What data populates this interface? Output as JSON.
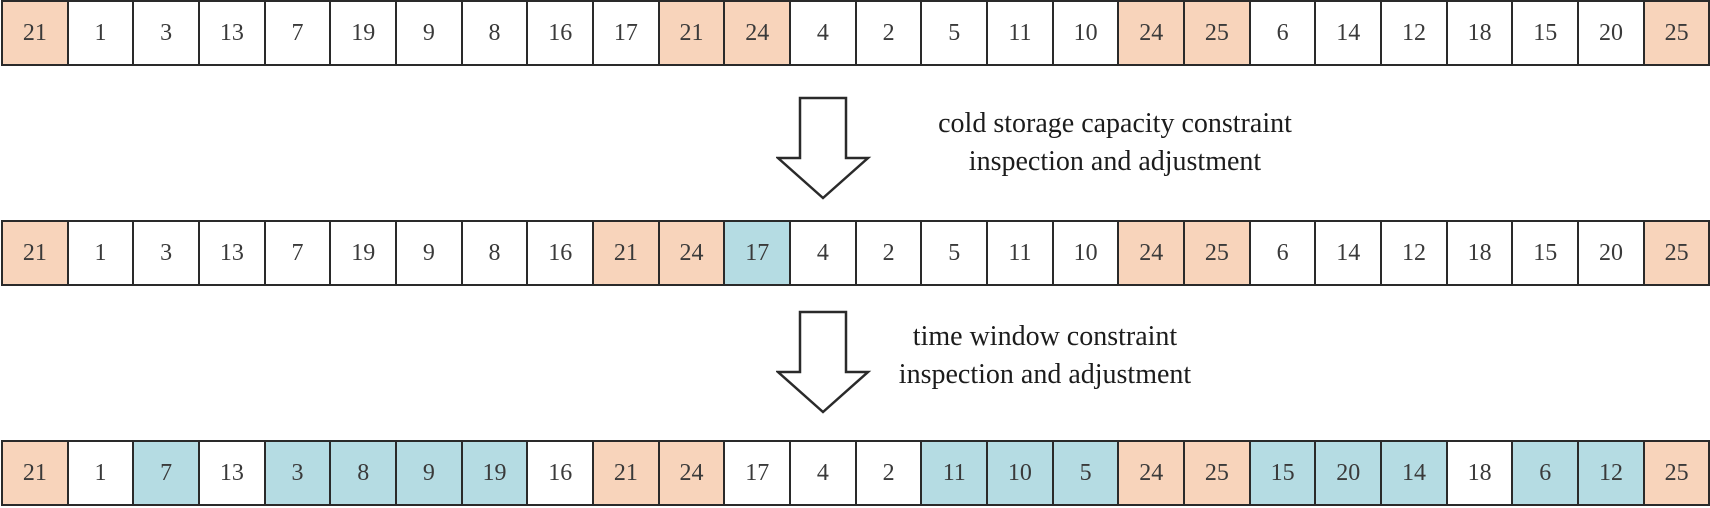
{
  "colors": {
    "orange": "#f8d4bb",
    "blue": "#b5dce3",
    "white": "#ffffff"
  },
  "steps": [
    {
      "cells": [
        {
          "v": "21",
          "c": "orange"
        },
        {
          "v": "1",
          "c": "white"
        },
        {
          "v": "3",
          "c": "white"
        },
        {
          "v": "13",
          "c": "white"
        },
        {
          "v": "7",
          "c": "white"
        },
        {
          "v": "19",
          "c": "white"
        },
        {
          "v": "9",
          "c": "white"
        },
        {
          "v": "8",
          "c": "white"
        },
        {
          "v": "16",
          "c": "white"
        },
        {
          "v": "17",
          "c": "white"
        },
        {
          "v": "21",
          "c": "orange"
        },
        {
          "v": "24",
          "c": "orange"
        },
        {
          "v": "4",
          "c": "white"
        },
        {
          "v": "2",
          "c": "white"
        },
        {
          "v": "5",
          "c": "white"
        },
        {
          "v": "11",
          "c": "white"
        },
        {
          "v": "10",
          "c": "white"
        },
        {
          "v": "24",
          "c": "orange"
        },
        {
          "v": "25",
          "c": "orange"
        },
        {
          "v": "6",
          "c": "white"
        },
        {
          "v": "14",
          "c": "white"
        },
        {
          "v": "12",
          "c": "white"
        },
        {
          "v": "18",
          "c": "white"
        },
        {
          "v": "15",
          "c": "white"
        },
        {
          "v": "20",
          "c": "white"
        },
        {
          "v": "25",
          "c": "orange"
        }
      ]
    },
    {
      "cells": [
        {
          "v": "21",
          "c": "orange"
        },
        {
          "v": "1",
          "c": "white"
        },
        {
          "v": "3",
          "c": "white"
        },
        {
          "v": "13",
          "c": "white"
        },
        {
          "v": "7",
          "c": "white"
        },
        {
          "v": "19",
          "c": "white"
        },
        {
          "v": "9",
          "c": "white"
        },
        {
          "v": "8",
          "c": "white"
        },
        {
          "v": "16",
          "c": "white"
        },
        {
          "v": "21",
          "c": "orange"
        },
        {
          "v": "24",
          "c": "orange"
        },
        {
          "v": "17",
          "c": "blue"
        },
        {
          "v": "4",
          "c": "white"
        },
        {
          "v": "2",
          "c": "white"
        },
        {
          "v": "5",
          "c": "white"
        },
        {
          "v": "11",
          "c": "white"
        },
        {
          "v": "10",
          "c": "white"
        },
        {
          "v": "24",
          "c": "orange"
        },
        {
          "v": "25",
          "c": "orange"
        },
        {
          "v": "6",
          "c": "white"
        },
        {
          "v": "14",
          "c": "white"
        },
        {
          "v": "12",
          "c": "white"
        },
        {
          "v": "18",
          "c": "white"
        },
        {
          "v": "15",
          "c": "white"
        },
        {
          "v": "20",
          "c": "white"
        },
        {
          "v": "25",
          "c": "orange"
        }
      ]
    },
    {
      "cells": [
        {
          "v": "21",
          "c": "orange"
        },
        {
          "v": "1",
          "c": "white"
        },
        {
          "v": "7",
          "c": "blue"
        },
        {
          "v": "13",
          "c": "white"
        },
        {
          "v": "3",
          "c": "blue"
        },
        {
          "v": "8",
          "c": "blue"
        },
        {
          "v": "9",
          "c": "blue"
        },
        {
          "v": "19",
          "c": "blue"
        },
        {
          "v": "16",
          "c": "white"
        },
        {
          "v": "21",
          "c": "orange"
        },
        {
          "v": "24",
          "c": "orange"
        },
        {
          "v": "17",
          "c": "white"
        },
        {
          "v": "4",
          "c": "white"
        },
        {
          "v": "2",
          "c": "white"
        },
        {
          "v": "11",
          "c": "blue"
        },
        {
          "v": "10",
          "c": "blue"
        },
        {
          "v": "5",
          "c": "blue"
        },
        {
          "v": "24",
          "c": "orange"
        },
        {
          "v": "25",
          "c": "orange"
        },
        {
          "v": "15",
          "c": "blue"
        },
        {
          "v": "20",
          "c": "blue"
        },
        {
          "v": "14",
          "c": "blue"
        },
        {
          "v": "18",
          "c": "white"
        },
        {
          "v": "6",
          "c": "blue"
        },
        {
          "v": "12",
          "c": "blue"
        },
        {
          "v": "25",
          "c": "orange"
        }
      ]
    }
  ],
  "transitions": [
    {
      "line1": "cold storage capacity constraint",
      "line2": "inspection and adjustment",
      "icon": "down-arrow-icon"
    },
    {
      "line1": "time window constraint",
      "line2": "inspection and adjustment",
      "icon": "down-arrow-icon"
    }
  ]
}
